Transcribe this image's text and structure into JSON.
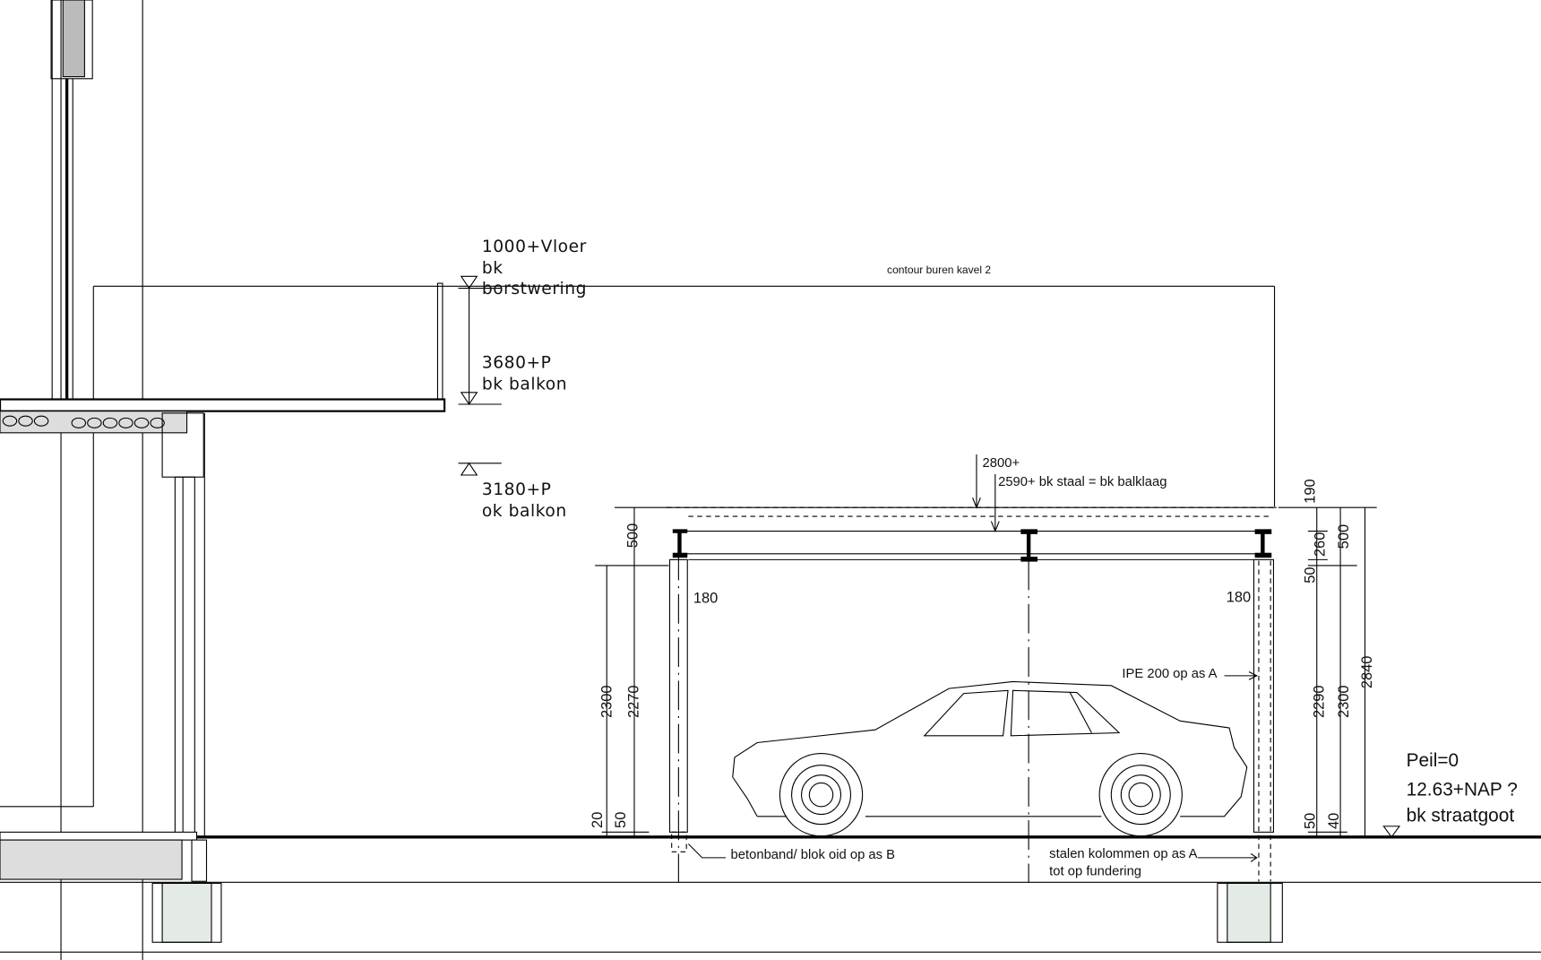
{
  "levels": {
    "top": [
      "1000+Vloer",
      "bk",
      "borstwering"
    ],
    "balkon_bk": [
      "3680+P",
      "bk  balkon"
    ],
    "balkon_ok": [
      "3180+P",
      "ok  balkon"
    ]
  },
  "contour_label": "contour buren kavel 2",
  "beam_labels": {
    "l1": "2800+",
    "l2": "2590+ bk staal = bk balklaag"
  },
  "column_label": "IPE 200 op as A",
  "notes": {
    "betonband": "betonband/ blok oid op as B",
    "kolommen_1": "stalen kolommen op as A",
    "kolommen_2": "tot op fundering"
  },
  "peil": [
    "Peil=0",
    "12.63+NAP ?",
    "bk straatgoot"
  ],
  "dimensions": {
    "left": {
      "d500": "500",
      "d2300": "2300",
      "d2270": "2270",
      "d20": "20",
      "d50": "50",
      "d180": "180"
    },
    "right": {
      "d180": "180",
      "d190": "190",
      "d260": "260",
      "d500": "500",
      "d50a": "50",
      "d2290": "2290",
      "d2300": "2300",
      "d2840": "2840",
      "d50b": "50",
      "d40": "40"
    }
  }
}
